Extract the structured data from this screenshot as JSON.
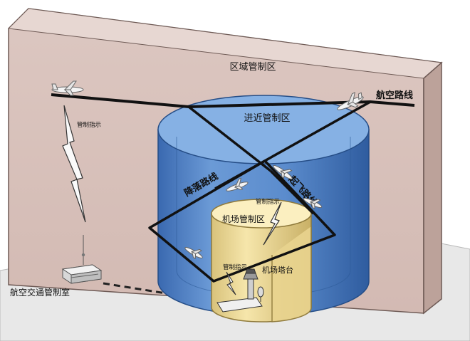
{
  "labels": {
    "regional_zone": "区域管制区",
    "air_route": "航空路线",
    "approach_zone": "进近管制区",
    "landing_route": "降落路线",
    "takeoff_route": "起飞路线",
    "airport_zone": "机场管制区",
    "control_instruction_outer": "管制指示",
    "control_instruction_mid": "管制指示",
    "control_instruction_inner": "管制指示",
    "tower": "机场塔台",
    "atc_room": "航空交通管制室"
  },
  "colors": {
    "wall": "#d9c3bd",
    "wall_side": "#c9aea6",
    "floor": "#e6e6e6",
    "approach_cylinder": "#5f8fd0",
    "approach_cylinder_dark": "#3d6cb3",
    "approach_cylinder_top": "#8fb7e6",
    "airport_cylinder": "#f0dc9a",
    "airport_cylinder_dark": "#cdb66a",
    "airport_cylinder_top": "#fbf0c2",
    "route_line": "#111111"
  },
  "icons": [
    "airplane-icon",
    "lightning-icon",
    "radar-icon",
    "tower-icon",
    "console-icon"
  ]
}
